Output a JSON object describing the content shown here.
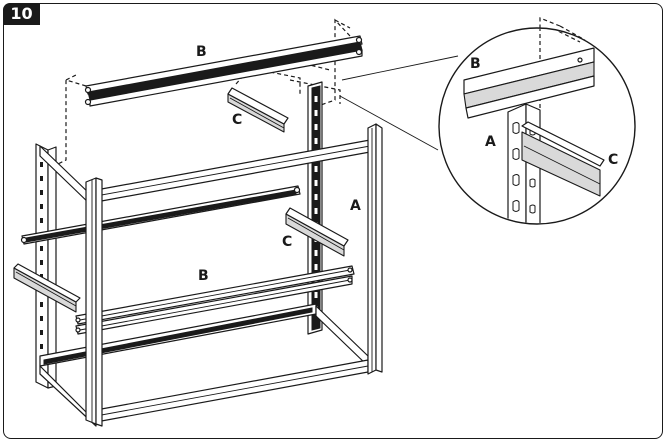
{
  "step": {
    "number": "10"
  },
  "labels": {
    "beam_top": "B",
    "beam_middle": "B",
    "connector_top": "C",
    "connector_right": "C",
    "upright": "A",
    "detail_beam": "B",
    "detail_upright": "A",
    "detail_connector": "C"
  }
}
